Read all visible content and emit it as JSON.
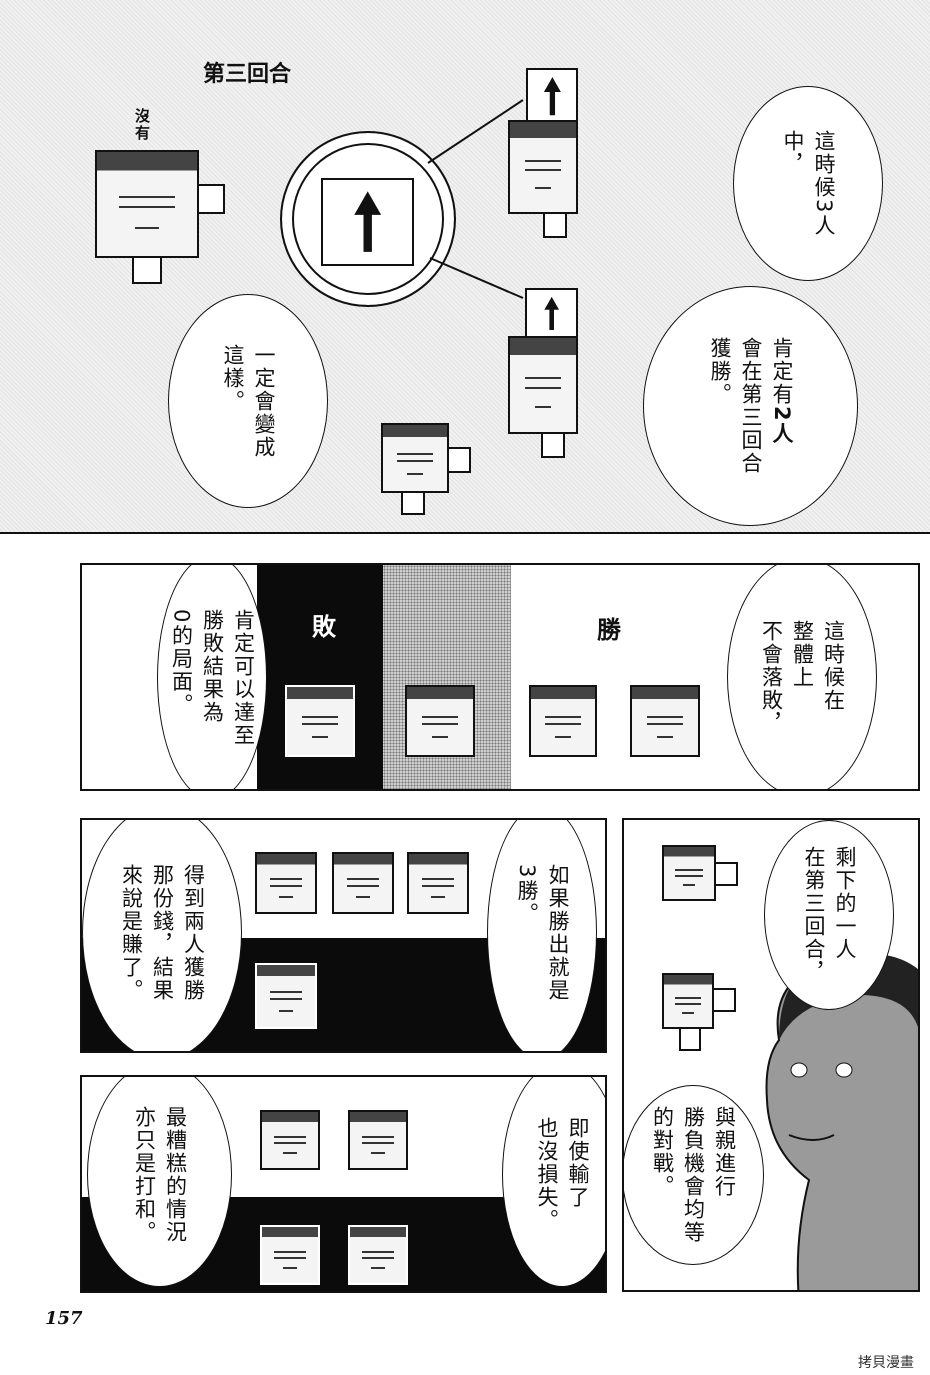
{
  "panel1": {
    "title": "第三回合",
    "exclaim": "沒有",
    "bubble_top": [
      "這時候3人",
      "中，"
    ],
    "bubble_right": {
      "col1_a": "肯定有",
      "col1_b": "2人",
      "col2": "會在第三回合",
      "col3": "獲勝。"
    },
    "bubble_left": [
      "一定會變成",
      "這樣。"
    ]
  },
  "panel2": {
    "lose_label": "敗",
    "win_label": "勝",
    "bubble_left": [
      "肯定可以達至",
      "勝敗結果為",
      "0的局面。"
    ],
    "bubble_right": [
      "這時候在",
      "整體上",
      "不會落敗，"
    ]
  },
  "panel3": {
    "bubble_left": [
      "得到兩人獲勝",
      "那份錢，結果",
      "來說是賺了。"
    ],
    "bubble_right": [
      "如果勝出就是",
      "3勝。"
    ]
  },
  "panel_right": {
    "bubble_top": [
      "剩下的一人",
      "在第三回合，"
    ],
    "bubble_bottom": [
      "與親進行",
      "勝負機會均等",
      "的對戰。"
    ]
  },
  "panel4": {
    "bubble_left": [
      "最糟糕的情況",
      "亦只是打和。"
    ],
    "bubble_right": [
      "即使輸了",
      "也沒損失。"
    ]
  },
  "page_number": "157",
  "watermark": "拷貝漫畫"
}
